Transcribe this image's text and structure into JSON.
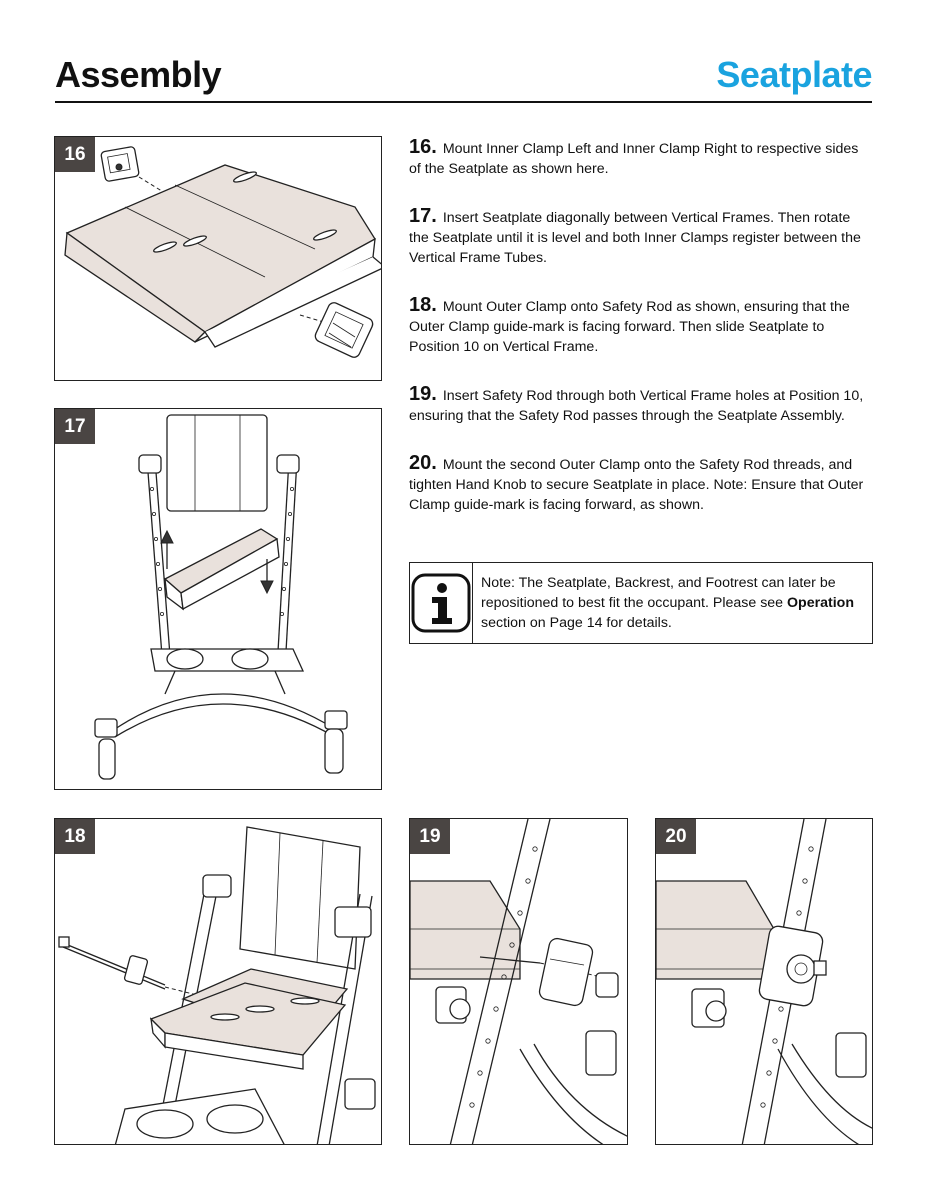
{
  "header": {
    "section": "Assembly",
    "title": "Seatplate"
  },
  "figures": [
    {
      "number": "16"
    },
    {
      "number": "17"
    },
    {
      "number": "18"
    },
    {
      "number": "19"
    },
    {
      "number": "20"
    }
  ],
  "steps": [
    {
      "number": "16.",
      "text": "Mount Inner Clamp Left and Inner Clamp Right to respective sides of the Seatplate as shown here."
    },
    {
      "number": "17.",
      "text": "Insert Seatplate diagonally between Vertical Frames. Then rotate the Seatplate until it is level and both Inner Clamps register between the Vertical Frame Tubes."
    },
    {
      "number": "18.",
      "text": "Mount Outer Clamp onto Safety Rod as shown, ensuring that the Outer Clamp guide-mark is facing forward. Then slide Seatplate to Position 10 on Vertical Frame."
    },
    {
      "number": "19.",
      "text": "Insert Safety Rod through both Vertical Frame holes at Position 10, ensuring that the Safety Rod passes through the Seatplate Assembly."
    },
    {
      "number": "20.",
      "text": "Mount the second Outer Clamp onto the Safety Rod threads, and tighten Hand Knob to secure Seatplate in place. Note: Ensure that Outer Clamp guide-mark is facing forward, as shown."
    }
  ],
  "note": {
    "icon": "info-icon",
    "text_before": "Note: The Seatplate, Backrest, and Footrest can later be repositioned to best fit the occupant. Please see ",
    "bold": "Operation",
    "text_after": " section on Page 14 for details."
  }
}
